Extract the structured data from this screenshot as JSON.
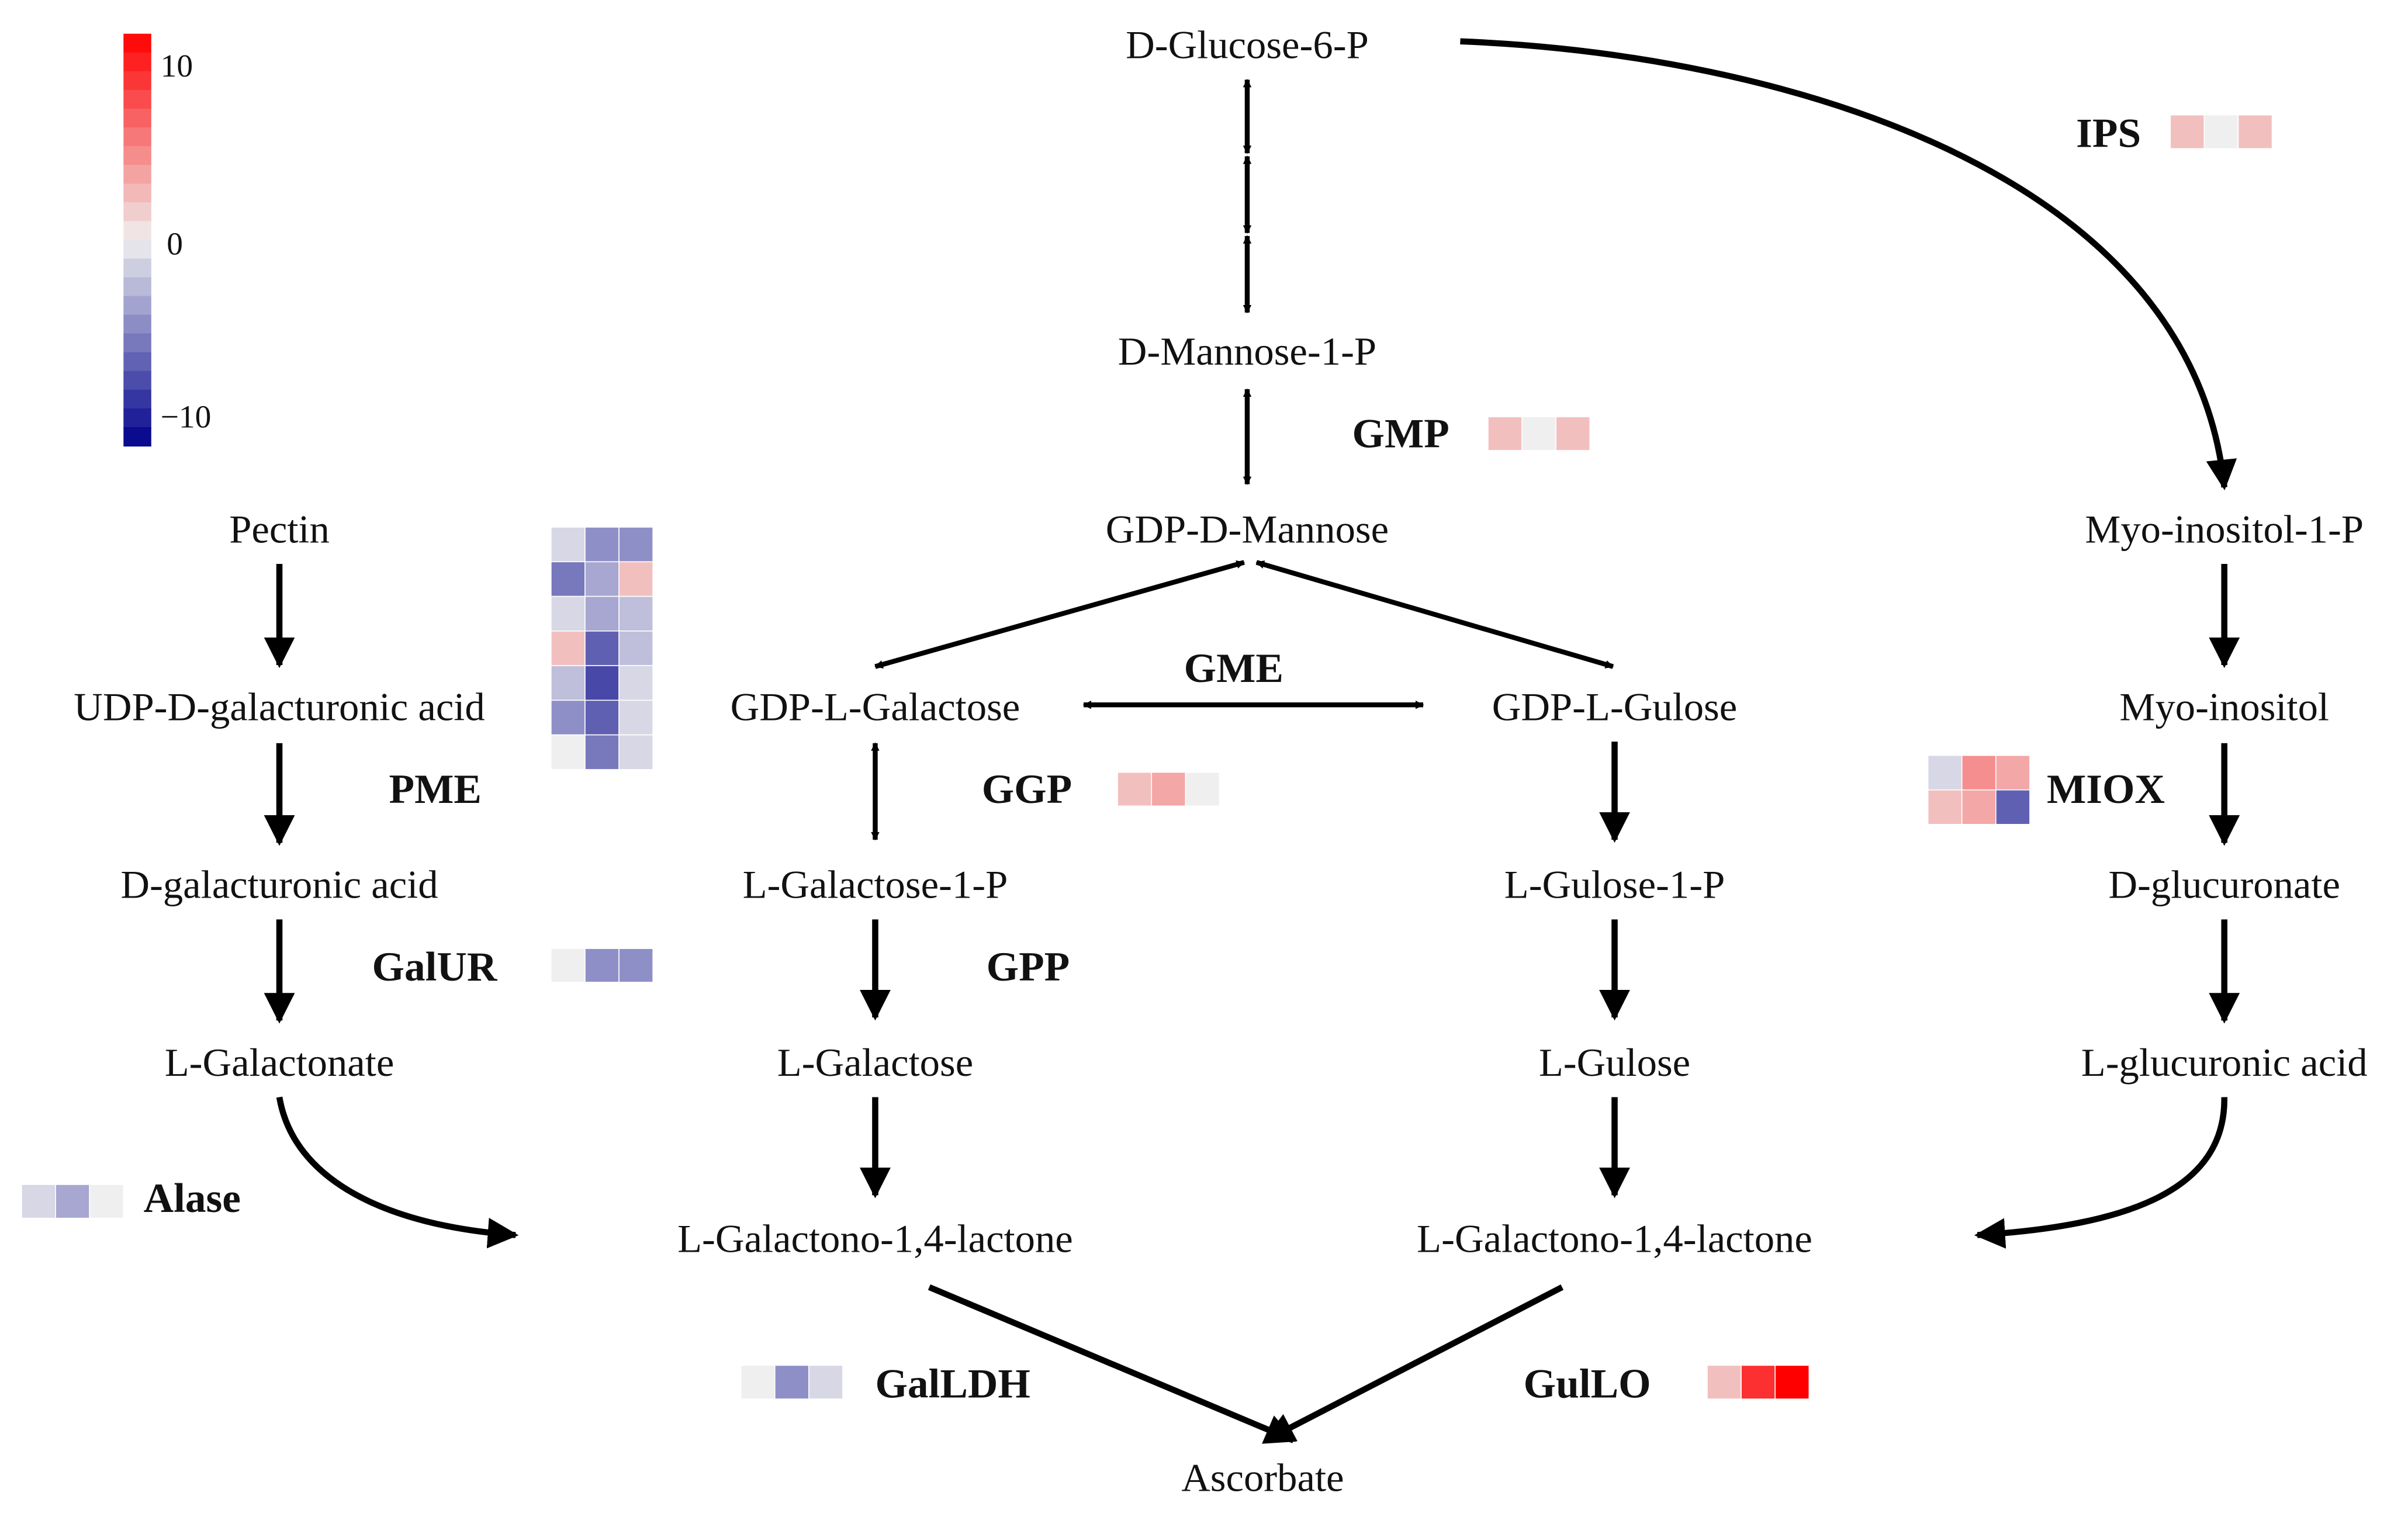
{
  "colors": {
    "high": "#ff0000",
    "zero": "#efefef",
    "low": "#00008b",
    "ink": "#000000"
  },
  "color_scale": {
    "max_label": "10",
    "mid_label": "0",
    "min_label": "−10",
    "min": -10,
    "max": 10
  },
  "nodes": {
    "glucose6p": "D-Glucose-6-P",
    "mannose1p": "D-Mannose-1-P",
    "gdp_mannose": "GDP-D-Mannose",
    "gdp_galactose": "GDP-L-Galactose",
    "gdp_gulose": "GDP-L-Gulose",
    "galactose1p": "L-Galactose-1-P",
    "gulose1p": "L-Gulose-1-P",
    "galactose": "L-Galactose",
    "gulose": "L-Gulose",
    "galactono_left": "L-Galactono-1,4-lactone",
    "galactono_right": "L-Galactono-1,4-lactone",
    "ascorbate": "Ascorbate",
    "pectin": "Pectin",
    "udp_galacturonic": "UDP-D-galacturonic acid",
    "galacturonic": "D-galacturonic acid",
    "galactonate": "L-Galactonate",
    "myo_inositol_1p": "Myo-inositol-1-P",
    "myo_inositol": "Myo-inositol",
    "glucuronate": "D-glucuronate",
    "glucuronic": "L-glucuronic acid"
  },
  "enzymes": {
    "ips": "IPS",
    "gmp": "GMP",
    "gme": "GME",
    "ggp": "GGP",
    "gpp": "GPP",
    "pme": "PME",
    "galur": "GalUR",
    "alase": "Alase",
    "miox": "MIOX",
    "galldh": "GalLDH",
    "gullo": "GulLO"
  },
  "heatmaps": {
    "ips": [
      [
        2,
        0,
        2
      ]
    ],
    "gmp": [
      [
        2,
        0,
        2
      ]
    ],
    "ggp": [
      [
        2,
        3,
        0
      ]
    ],
    "pme": [
      [
        -1,
        -4,
        -4
      ],
      [
        -5,
        -3,
        2
      ],
      [
        -1,
        -3,
        -2
      ],
      [
        2,
        -6,
        -2
      ],
      [
        -2,
        -7,
        -1
      ],
      [
        -4,
        -6,
        -1
      ],
      [
        0,
        -5,
        -1
      ]
    ],
    "galur": [
      [
        0,
        -4,
        -4
      ]
    ],
    "alase": [
      [
        -1,
        -3,
        0
      ]
    ],
    "miox": [
      [
        -1,
        4,
        3
      ],
      [
        2,
        3,
        -6
      ]
    ],
    "galldh": [
      [
        0,
        -4,
        -1
      ]
    ],
    "gullo": [
      [
        2,
        8,
        12
      ]
    ]
  }
}
